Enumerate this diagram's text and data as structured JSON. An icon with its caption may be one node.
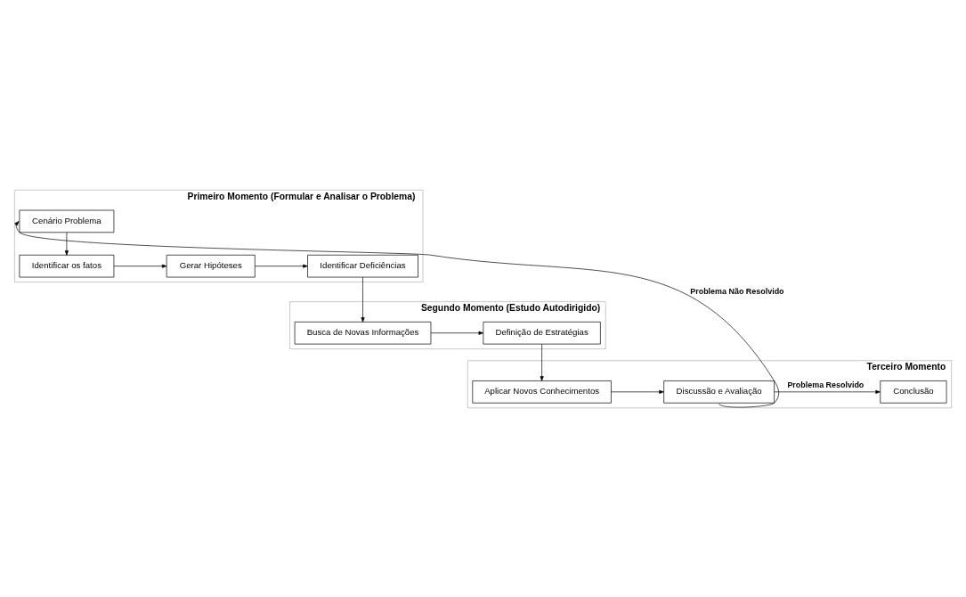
{
  "diagram": {
    "nodes": [
      {
        "text": [
          "Primeiro Momento (Formular e Analisar o Problema)"
        ]
      },
      {
        "text": [
          "Cenário Problema"
        ],
        "in": 0
      },
      {
        "text": [
          "Identificar os fatos"
        ],
        "in": 0
      },
      {
        "text": [
          "Gerar Hipóteses"
        ],
        "in": 0
      },
      {
        "text": [
          "Identificar Deficiências"
        ],
        "in": 0
      },
      {
        "text": [
          "Segundo Momento (Estudo Autodirigido)"
        ]
      },
      {
        "text": [
          "Definição de Estratégias"
        ],
        "in": 5
      },
      {
        "text": [
          "Busca de Novas Informações"
        ],
        "in": 5
      },
      {
        "text": [
          "Terceiro Momento"
        ]
      },
      {
        "text": [
          "Aplicar Novos Conhecimentos"
        ],
        "in": 8
      },
      {
        "text": [
          "Discussão e Avaliação"
        ],
        "in": 8
      },
      {
        "text": [
          "Conclusão"
        ],
        "in": 8
      }
    ],
    "edges": [
      {
        "from": 1,
        "to": 2,
        "arrow": "to"
      },
      {
        "from": 2,
        "to": 3,
        "arrow": "to"
      },
      {
        "from": 3,
        "to": 4,
        "arrow": "to"
      },
      {
        "from": 4,
        "to": 7,
        "arrow": "to"
      },
      {
        "from": 7,
        "to": 6,
        "arrow": "to"
      },
      {
        "from": 6,
        "to": 9,
        "arrow": "to"
      },
      {
        "from": 9,
        "to": 10,
        "arrow": "to"
      },
      {
        "from": 10,
        "to": 1,
        "arrow": "to",
        "label": "Problema Não Resolvido"
      },
      {
        "from": 10,
        "to": 11,
        "arrow": "to",
        "label": "Problema Resolvido"
      }
    ]
  }
}
